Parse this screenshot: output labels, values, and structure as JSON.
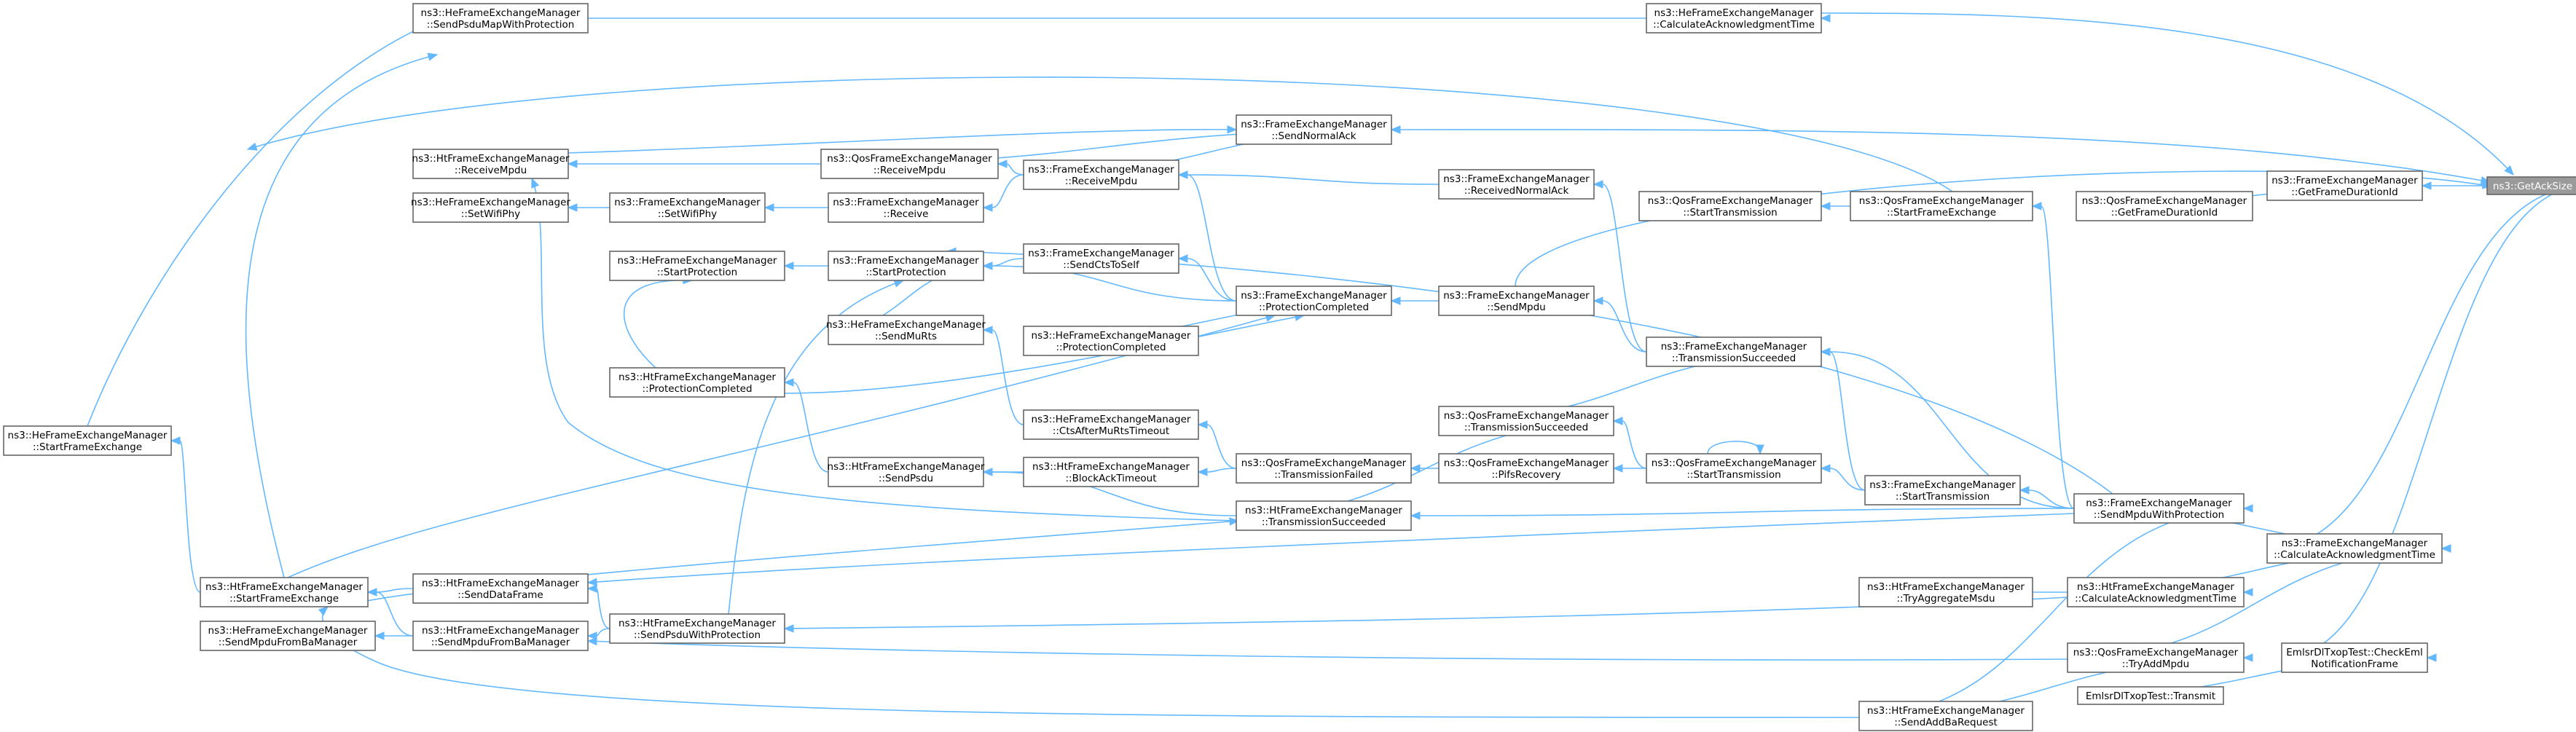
{
  "nodes": {
    "root": {
      "lines": [
        "ns3::GetAckSize"
      ],
      "highlight": true
    },
    "FEM_GetFrameDurationId": {
      "lines": [
        "ns3::FrameExchangeManager",
        "::GetFrameDurationId"
      ]
    },
    "QFEM_GetFrameDurationId": {
      "lines": [
        "ns3::QosFrameExchangeManager",
        "::GetFrameDurationId"
      ]
    },
    "FEM_CalculateAck": {
      "lines": [
        "ns3::FrameExchangeManager",
        "::CalculateAcknowledgmentTime"
      ]
    },
    "EmlsrCheckEml": {
      "lines": [
        "EmlsrDlTxopTest::CheckEml",
        "NotificationFrame"
      ]
    },
    "EmlsrTransmit": {
      "lines": [
        "EmlsrDlTxopTest::Transmit"
      ]
    },
    "HeFEM_CalcAckTime": {
      "lines": [
        "ns3::HeFrameExchangeManager",
        "::CalculateAcknowledgmentTime"
      ]
    },
    "HeFEM_SendPsduMap": {
      "lines": [
        "ns3::HeFrameExchangeManager",
        "::SendPsduMapWithProtection"
      ]
    },
    "HeFEM_StartFE": {
      "lines": [
        "ns3::HeFrameExchangeManager",
        "::StartFrameExchange"
      ]
    },
    "FEM_SendNormalAck": {
      "lines": [
        "ns3::FrameExchangeManager",
        "::SendNormalAck"
      ]
    },
    "HtFEM_ReceiveMpdu": {
      "lines": [
        "ns3::HtFrameExchangeManager",
        "::ReceiveMpdu"
      ]
    },
    "QFEM_ReceiveMpdu": {
      "lines": [
        "ns3::QosFrameExchangeManager",
        "::ReceiveMpdu"
      ]
    },
    "FEM_ReceiveMpdu": {
      "lines": [
        "ns3::FrameExchangeManager",
        "::ReceiveMpdu"
      ]
    },
    "FEM_ReceivedNormalAck": {
      "lines": [
        "ns3::FrameExchangeManager",
        "::ReceivedNormalAck"
      ]
    },
    "HeFEM_SetWifiPhy": {
      "lines": [
        "ns3::HeFrameExchangeManager",
        "::SetWifiPhy"
      ]
    },
    "FEM_SetWifiPhy": {
      "lines": [
        "ns3::FrameExchangeManager",
        "::SetWifiPhy"
      ]
    },
    "FEM_Receive": {
      "lines": [
        "ns3::FrameExchangeManager",
        "::Receive"
      ]
    },
    "QFEM_StartTransmission": {
      "lines": [
        "ns3::QosFrameExchangeManager",
        "::StartTransmission"
      ]
    },
    "QFEM_StartFE": {
      "lines": [
        "ns3::QosFrameExchangeManager",
        "::StartFrameExchange"
      ]
    },
    "FEM_SendCtsToSelf": {
      "lines": [
        "ns3::FrameExchangeManager",
        "::SendCtsToSelf"
      ]
    },
    "HeFEM_StartProtection": {
      "lines": [
        "ns3::HeFrameExchangeManager",
        "::StartProtection"
      ]
    },
    "FEM_StartProtection": {
      "lines": [
        "ns3::FrameExchangeManager",
        "::StartProtection"
      ]
    },
    "FEM_ProtectionCompleted": {
      "lines": [
        "ns3::FrameExchangeManager",
        "::ProtectionCompleted"
      ]
    },
    "FEM_SendMpdu": {
      "lines": [
        "ns3::FrameExchangeManager",
        "::SendMpdu"
      ]
    },
    "HeFEM_SendMuRts": {
      "lines": [
        "ns3::HeFrameExchangeManager",
        "::SendMuRts"
      ]
    },
    "HeFEM_ProtectionCompleted": {
      "lines": [
        "ns3::HeFrameExchangeManager",
        "::ProtectionCompleted"
      ]
    },
    "FEM_TransmissionSucceeded": {
      "lines": [
        "ns3::FrameExchangeManager",
        "::TransmissionSucceeded"
      ]
    },
    "HtFEM_ProtectionCompleted": {
      "lines": [
        "ns3::HtFrameExchangeManager",
        "::ProtectionCompleted"
      ]
    },
    "QFEM_TransmissionSucceeded": {
      "lines": [
        "ns3::QosFrameExchangeManager",
        "::TransmissionSucceeded"
      ]
    },
    "HeFEM_CtsAfterMuRtsTimeout": {
      "lines": [
        "ns3::HeFrameExchangeManager",
        "::CtsAfterMuRtsTimeout"
      ]
    },
    "QFEM_TransmissionFailed": {
      "lines": [
        "ns3::QosFrameExchangeManager",
        "::TransmissionFailed"
      ]
    },
    "QFEM_StartTransmission2": {
      "lines": [
        "ns3::QosFrameExchangeManager",
        "::StartTransmission"
      ]
    },
    "HtFEM_SendPsdu": {
      "lines": [
        "ns3::HtFrameExchangeManager",
        "::SendPsdu"
      ]
    },
    "HtFEM_BlockAckTimeout": {
      "lines": [
        "ns3::HtFrameExchangeManager",
        "::BlockAckTimeout"
      ]
    },
    "QFEM_PifsRecovery": {
      "lines": [
        "ns3::QosFrameExchangeManager",
        "::PifsRecovery"
      ]
    },
    "FEM_StartTransmission": {
      "lines": [
        "ns3::FrameExchangeManager",
        "::StartTransmission"
      ]
    },
    "HtFEM_TransmissionSucceeded": {
      "lines": [
        "ns3::HtFrameExchangeManager",
        "::TransmissionSucceeded"
      ]
    },
    "FEM_SendMpduWithProtection": {
      "lines": [
        "ns3::FrameExchangeManager",
        "::SendMpduWithProtection"
      ]
    },
    "HeFEM_StartFE2": {
      "lines": [
        "ns3::HeFrameExchangeManager",
        "::StartFrameExchange"
      ]
    },
    "HtFEM_StartFE": {
      "lines": [
        "ns3::HtFrameExchangeManager",
        "::StartFrameExchange"
      ]
    },
    "HtFEM_SendDataFrame": {
      "lines": [
        "ns3::HtFrameExchangeManager",
        "::SendDataFrame"
      ]
    },
    "HtFEM_TryAggregateMsdu": {
      "lines": [
        "ns3::HtFrameExchangeManager",
        "::TryAggregateMsdu"
      ]
    },
    "HtFEM_CalcAckTime": {
      "lines": [
        "ns3::HtFrameExchangeManager",
        "::CalculateAcknowledgmentTime"
      ]
    },
    "HeFEM_SendMpduFromBa": {
      "lines": [
        "ns3::HeFrameExchangeManager",
        "::SendMpduFromBaManager"
      ]
    },
    "HtFEM_SendMpduFromBa": {
      "lines": [
        "ns3::HtFrameExchangeManager",
        "::SendMpduFromBaManager"
      ]
    },
    "HtFEM_SendPsduWithProtection": {
      "lines": [
        "ns3::HtFrameExchangeManager",
        "::SendPsduWithProtection"
      ]
    },
    "QFEM_TryAddMpdu": {
      "lines": [
        "ns3::QosFrameExchangeManager",
        "::TryAddMpdu"
      ]
    },
    "HtFEM_SendAddBaRequest": {
      "lines": [
        "ns3::HtFrameExchangeManager",
        "::SendAddBaRequest"
      ]
    }
  }
}
